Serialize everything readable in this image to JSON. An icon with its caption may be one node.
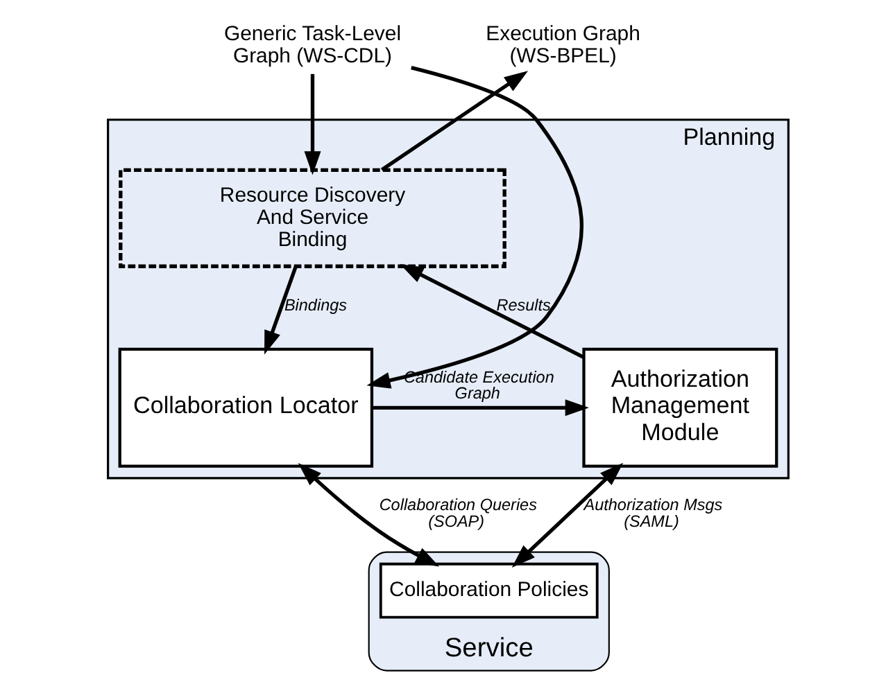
{
  "diagram": {
    "nodes": [
      {
        "text": [
          "Planning"
        ]
      },
      {
        "text": [
          "Resource Discovery And Service Binding"
        ],
        "in": 0
      },
      {
        "text": [
          "Collaboration Locator"
        ],
        "in": 0
      },
      {
        "text": [
          "Authorization Management Module"
        ],
        "in": 0
      },
      {
        "text": [
          "Service"
        ]
      },
      {
        "text": [
          "Collaboration Policies"
        ],
        "in": 4
      },
      {
        "text": [
          "Generic Task-Level Graph (WS-CDL)"
        ]
      },
      {
        "text": [
          "Execution Graph (WS-BPEL)"
        ]
      }
    ],
    "edges": [
      {
        "from": 6,
        "to": 1,
        "arrow": "to"
      },
      {
        "from": 6,
        "to": 2,
        "arrow": "to"
      },
      {
        "from": 1,
        "to": 2,
        "arrow": "to",
        "label": "Bindings"
      },
      {
        "from": 2,
        "to": 3,
        "arrow": "to",
        "label": "Candidate Execution Graph"
      },
      {
        "from": 3,
        "to": 1,
        "arrow": "to",
        "label": "Results"
      },
      {
        "from": 1,
        "to": 7,
        "arrow": "to"
      },
      {
        "from": 2,
        "to": 5,
        "arrow": "both",
        "label": "Collaboration Queries (SOAP)"
      },
      {
        "from": 3,
        "to": 5,
        "arrow": "both",
        "label": "Authorization Msgs (SAML)"
      }
    ]
  }
}
